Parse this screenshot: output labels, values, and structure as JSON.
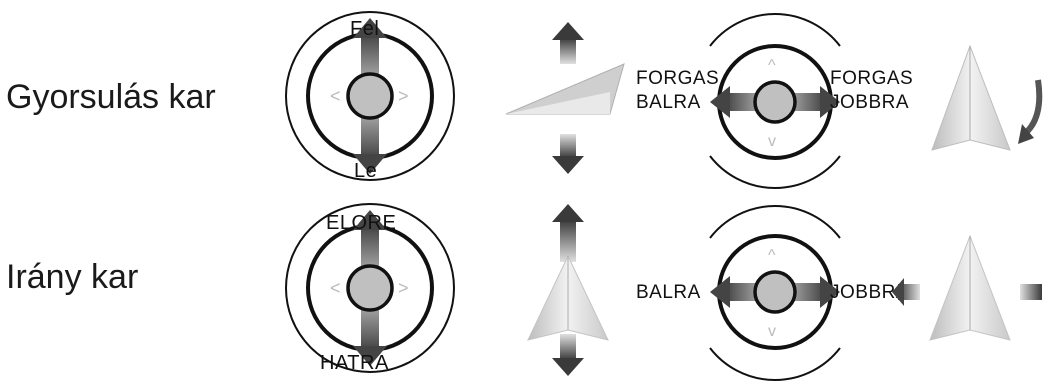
{
  "rows": [
    {
      "label": "Gyorsulás kar",
      "stick_left": {
        "up": "Fel",
        "down": "Le"
      },
      "stick_right": {
        "left_line1": "FORGAS",
        "left_line2": "BALRA",
        "right_line1": "FORGAS",
        "right_line2": "JOBBRA"
      }
    },
    {
      "label": "Irány kar",
      "stick_left": {
        "up": "ELORE",
        "down": "HATRA"
      },
      "stick_right": {
        "left": "BALRA",
        "right": "JOBBRA"
      }
    }
  ]
}
